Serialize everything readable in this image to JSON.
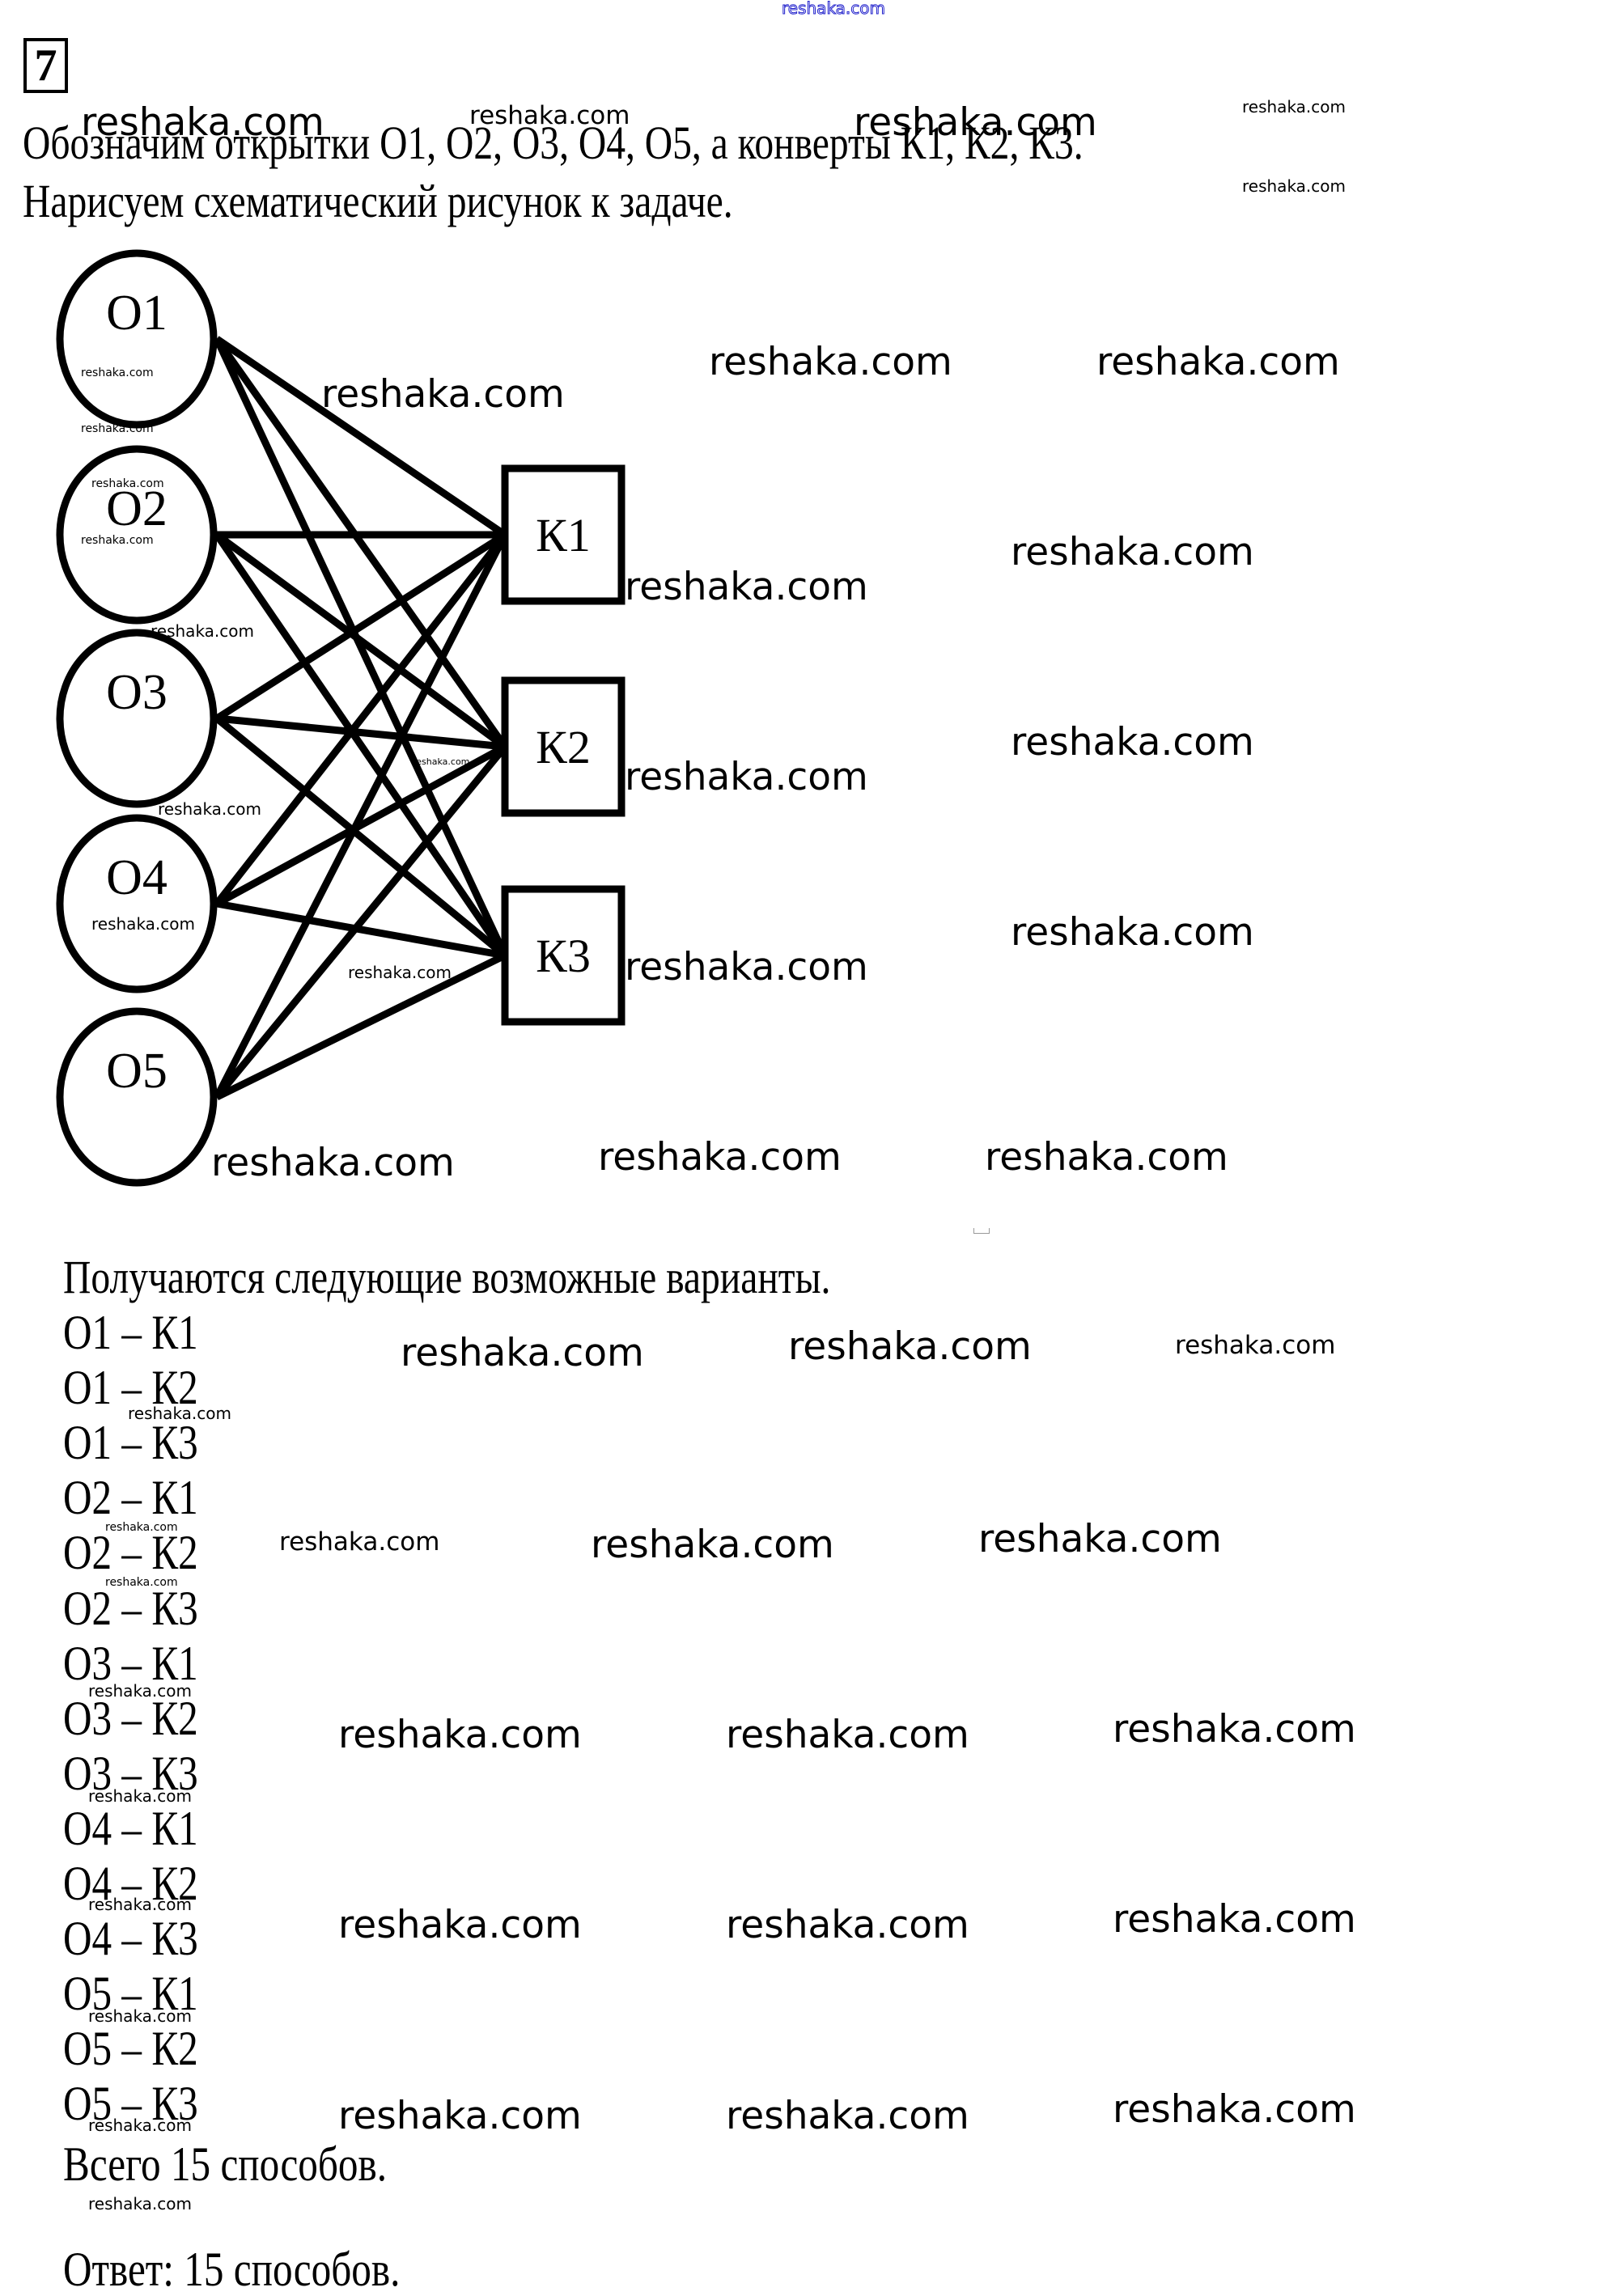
{
  "task": {
    "number": "7"
  },
  "intro": {
    "line1": "Обозначим открытки О1, О2, О3, О4, О5, а конверты К1, К2, К3.",
    "line2": "Нарисуем схематический рисунок к задаче."
  },
  "diagram": {
    "postcards": [
      "О1",
      "О2",
      "О3",
      "О4",
      "О5"
    ],
    "envelopes": [
      "К1",
      "К2",
      "К3"
    ],
    "edges": [
      [
        "О1",
        "К1"
      ],
      [
        "О1",
        "К2"
      ],
      [
        "О1",
        "К3"
      ],
      [
        "О2",
        "К1"
      ],
      [
        "О2",
        "К2"
      ],
      [
        "О2",
        "К3"
      ],
      [
        "О3",
        "К1"
      ],
      [
        "О3",
        "К2"
      ],
      [
        "О3",
        "К3"
      ],
      [
        "О4",
        "К1"
      ],
      [
        "О4",
        "К2"
      ],
      [
        "О4",
        "К3"
      ],
      [
        "О5",
        "К1"
      ],
      [
        "О5",
        "К2"
      ],
      [
        "О5",
        "К3"
      ]
    ]
  },
  "variants": {
    "heading": "Получаются следующие возможные варианты.",
    "items": [
      "О1 – К1",
      "О1 – К2",
      "О1 – К3",
      "О2 – К1",
      "О2 – К2",
      "О2 – К3",
      "О3 – К1",
      "О3 – К2",
      "О3 – К3",
      "О4 – К1",
      "О4 – К2",
      "О4 – К3",
      "О5 – К1",
      "О5 – К2",
      "О5 – К3"
    ]
  },
  "total": "Всего 15 способов.",
  "answer": "Ответ: 15 способов.",
  "watermark": "reshaka.com",
  "colors": {
    "ink": "#000000",
    "top_watermark_outline": "#2222cc",
    "background": "#ffffff"
  }
}
